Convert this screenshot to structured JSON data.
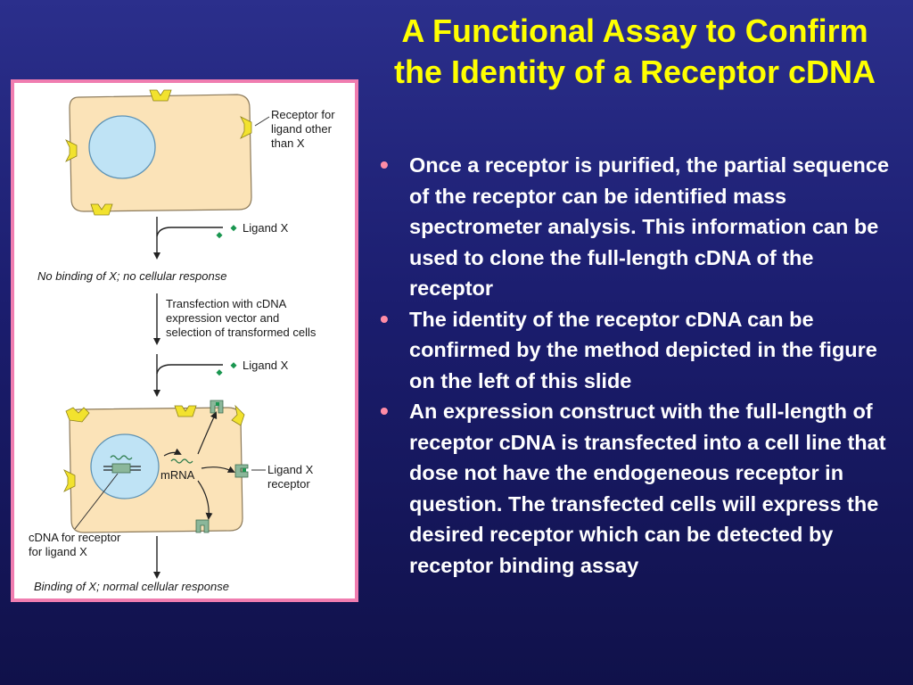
{
  "slide": {
    "title_line1": "A Functional Assay to Confirm",
    "title_line2": "the Identity of a Receptor cDNA",
    "bullets": [
      "Once a receptor is purified, the partial sequence of the receptor can be identified mass spectrometer analysis. This information can be used to clone the full-length cDNA of the receptor",
      "The identity of the receptor cDNA can be confirmed by the method depicted in the figure on the left of  this slide",
      "An expression construct with the full-length of receptor cDNA is transfected into a cell line that dose not have the endogeneous receptor in question. The transfected cells will express the desired receptor which can be detected by receptor binding assay"
    ],
    "bullet_symbol": "•"
  },
  "figure": {
    "receptor_other_label": [
      "Receptor for",
      "ligand other",
      "than X"
    ],
    "ligand_x_label_1": "Ligand X",
    "no_binding_caption": "No binding of X; no cellular response",
    "transfection_label": [
      "Transfection with cDNA",
      "expression vector and",
      "selection of transformed cells"
    ],
    "ligand_x_label_2": "Ligand X",
    "mrna_label": "mRNA",
    "ligand_x_receptor_label": [
      "Ligand X",
      "receptor"
    ],
    "cdna_label": [
      "cDNA for receptor",
      "for ligand X"
    ],
    "binding_caption": "Binding of X; normal cellular response"
  },
  "colors": {
    "title": "#ffff00",
    "bullet_dot": "#ff8ca6",
    "frame_border": "#f07db0",
    "cell_fill": "#fbe3b8",
    "nucleus_fill": "#bfe3f5",
    "receptor_yellow": "#f2e22e",
    "receptor_green": "#8bb79a"
  }
}
